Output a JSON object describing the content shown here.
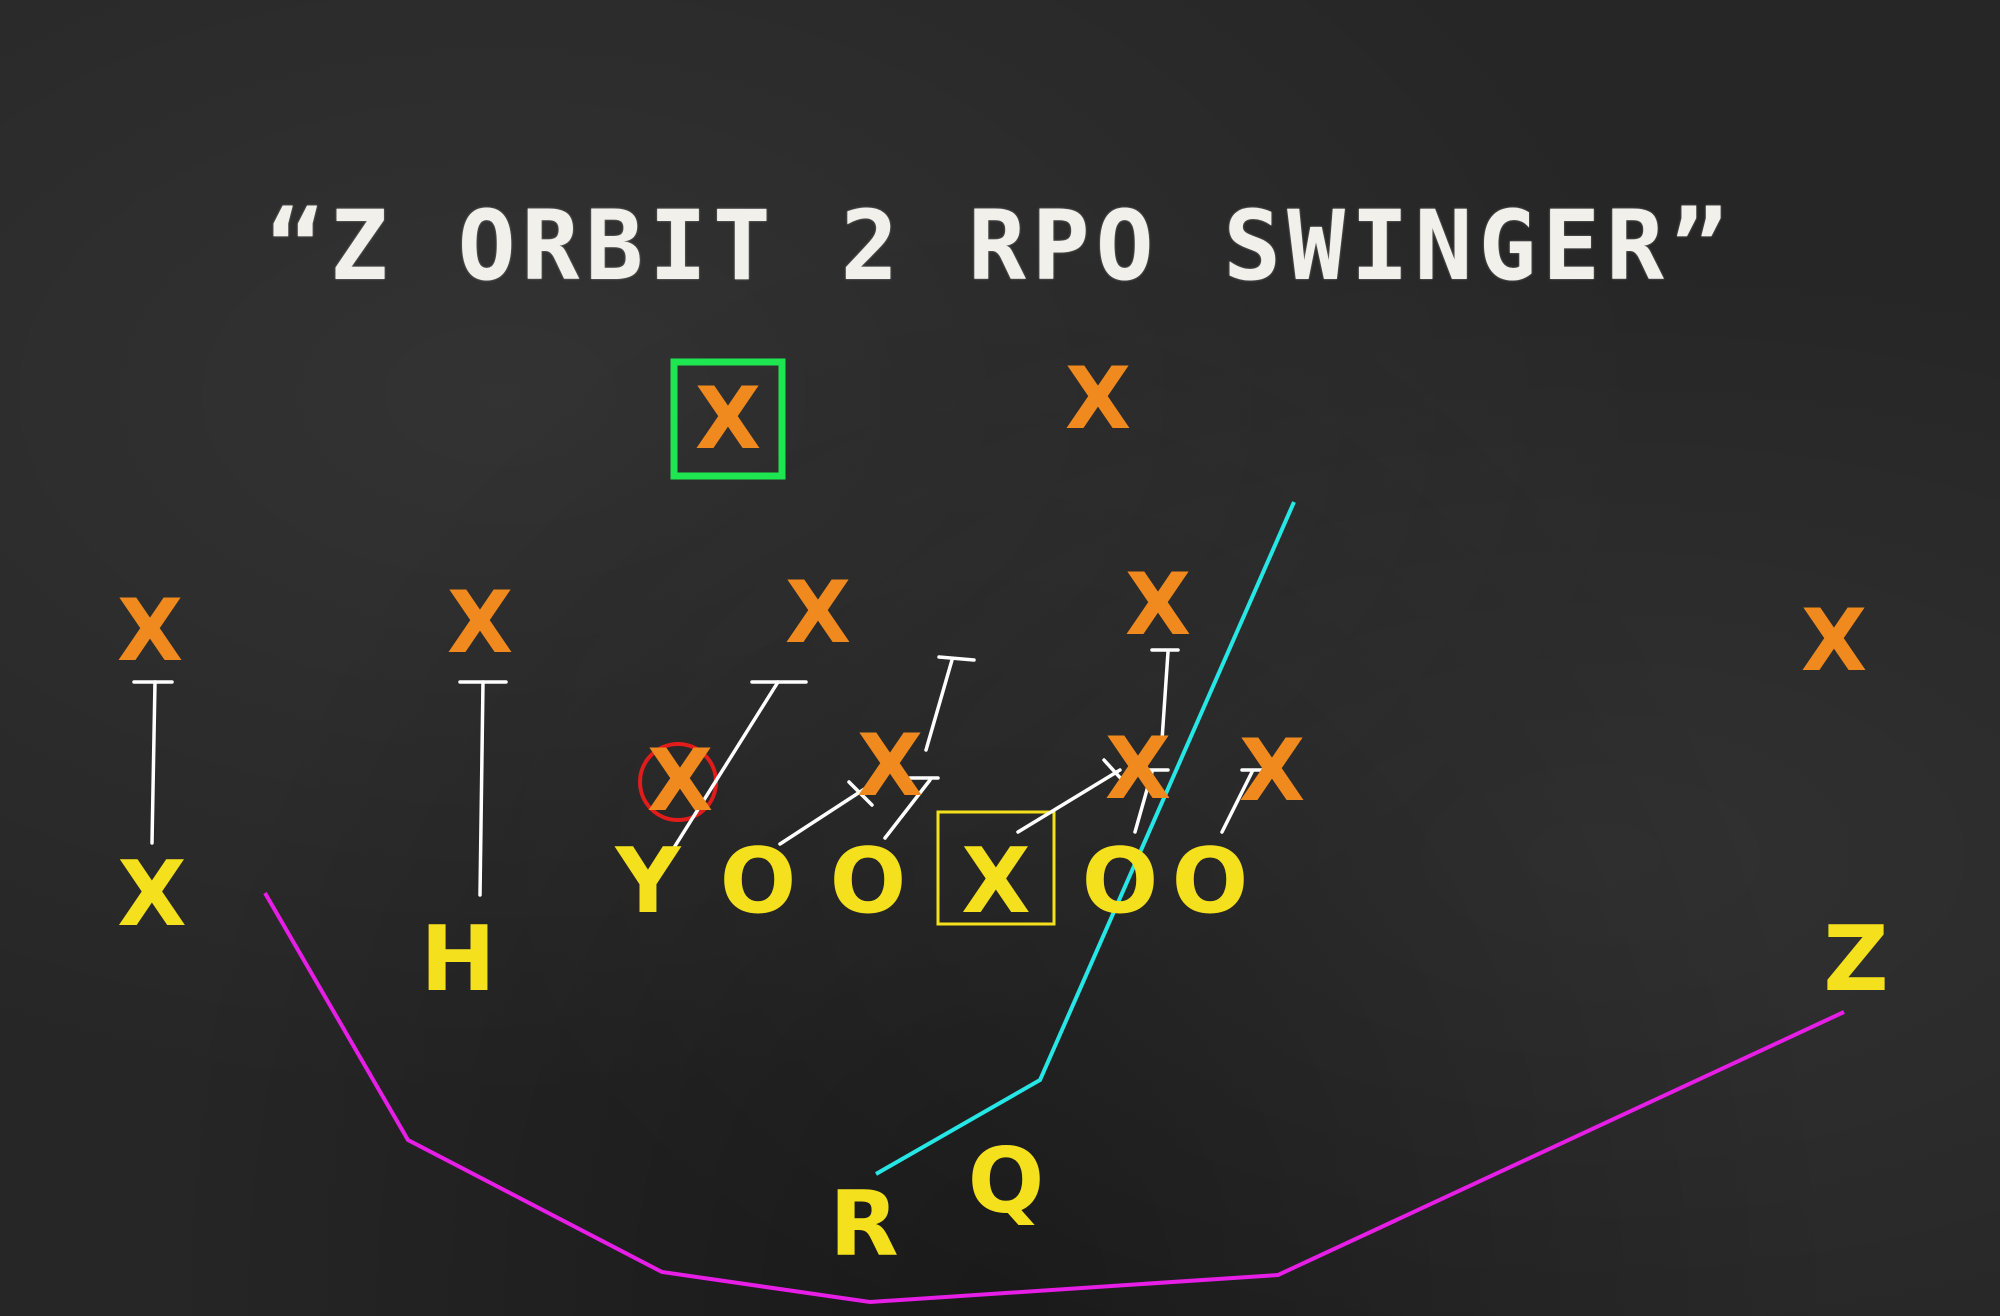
{
  "title": "“Z ORBIT 2 RPO SWINGER”",
  "colors": {
    "offense": "#f4e01c",
    "defense": "#f08a1e",
    "blocks": "#ffffff",
    "swing_route": "#e61ee6",
    "orbit_route": "#26e6e6",
    "highlight_key": "#1ee650",
    "highlight_read": "#e21b1b",
    "highlight_center": "#f4e01c"
  },
  "offense": [
    {
      "label": "X",
      "id": "x-receiver"
    },
    {
      "label": "H",
      "id": "h-back"
    },
    {
      "label": "Y",
      "id": "y-end"
    },
    {
      "label": "O",
      "id": "left-tackle"
    },
    {
      "label": "O",
      "id": "left-guard"
    },
    {
      "label": "X",
      "id": "center"
    },
    {
      "label": "O",
      "id": "right-guard"
    },
    {
      "label": "O",
      "id": "right-tackle"
    },
    {
      "label": "Q",
      "id": "quarterback"
    },
    {
      "label": "R",
      "id": "running-back"
    },
    {
      "label": "Z",
      "id": "z-receiver"
    }
  ],
  "defense": [
    {
      "label": "X",
      "id": "safety-left",
      "highlight": "green-box"
    },
    {
      "label": "X",
      "id": "safety-right"
    },
    {
      "label": "X",
      "id": "corner-left"
    },
    {
      "label": "X",
      "id": "apex-left"
    },
    {
      "label": "X",
      "id": "linebacker-left"
    },
    {
      "label": "X",
      "id": "linebacker-right"
    },
    {
      "label": "X",
      "id": "corner-right"
    },
    {
      "label": "X",
      "id": "end-left",
      "highlight": "red-circle"
    },
    {
      "label": "X",
      "id": "tackle-left"
    },
    {
      "label": "X",
      "id": "tackle-right"
    },
    {
      "label": "X",
      "id": "end-right"
    }
  ]
}
